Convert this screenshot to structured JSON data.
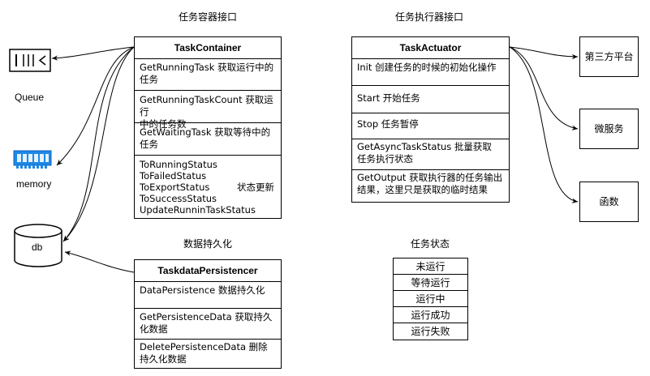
{
  "titles": {
    "container": "任务容器接口",
    "actuator": "任务执行器接口",
    "persistence": "数据持久化",
    "status": "任务状态"
  },
  "task_container": {
    "name": "TaskContainer",
    "rows": [
      [
        "GetRunningTask 获取运行中的",
        "任务"
      ],
      [
        "GetRunningTaskCount 获取运行",
        "中的任务数"
      ],
      [
        "GetWaitingTask 获取等待中的",
        "任务"
      ]
    ],
    "status_methods": [
      "ToRunningStatus",
      "ToFailedStatus",
      "ToExportStatus",
      "ToSuccessStatus",
      "UpdateRunninTaskStatus"
    ],
    "status_note": "状态更新"
  },
  "task_actuator": {
    "name": "TaskActuator",
    "rows": [
      [
        "Init 创建任务的时候的初始化操作"
      ],
      [
        "Start 开始任务"
      ],
      [
        "Stop 任务暂停"
      ],
      [
        "GetAsyncTaskStatus 批量获取",
        "任务执行状态"
      ],
      [
        "GetOutput 获取执行器的任务输出",
        "结果，这里只是获取的临时结果"
      ]
    ]
  },
  "persistencer": {
    "name": "TaskdataPersistencer",
    "rows": [
      [
        "DataPersistence 数据持久化"
      ],
      [
        "GetPersistenceData 获取持久",
        "化数据"
      ],
      [
        "DeletePersistenceData 删除",
        "持久化数据"
      ]
    ]
  },
  "targets": [
    "第三方平台",
    "微服务",
    "函数"
  ],
  "storage": {
    "queue": "Queue",
    "memory": "memory",
    "db": "db"
  },
  "statuses": [
    "未运行",
    "等待运行",
    "运行中",
    "运行成功",
    "运行失败"
  ],
  "colors": {
    "memory_blue": "#1e88e5",
    "memory_dark": "#1565c0",
    "stroke": "#000000"
  }
}
